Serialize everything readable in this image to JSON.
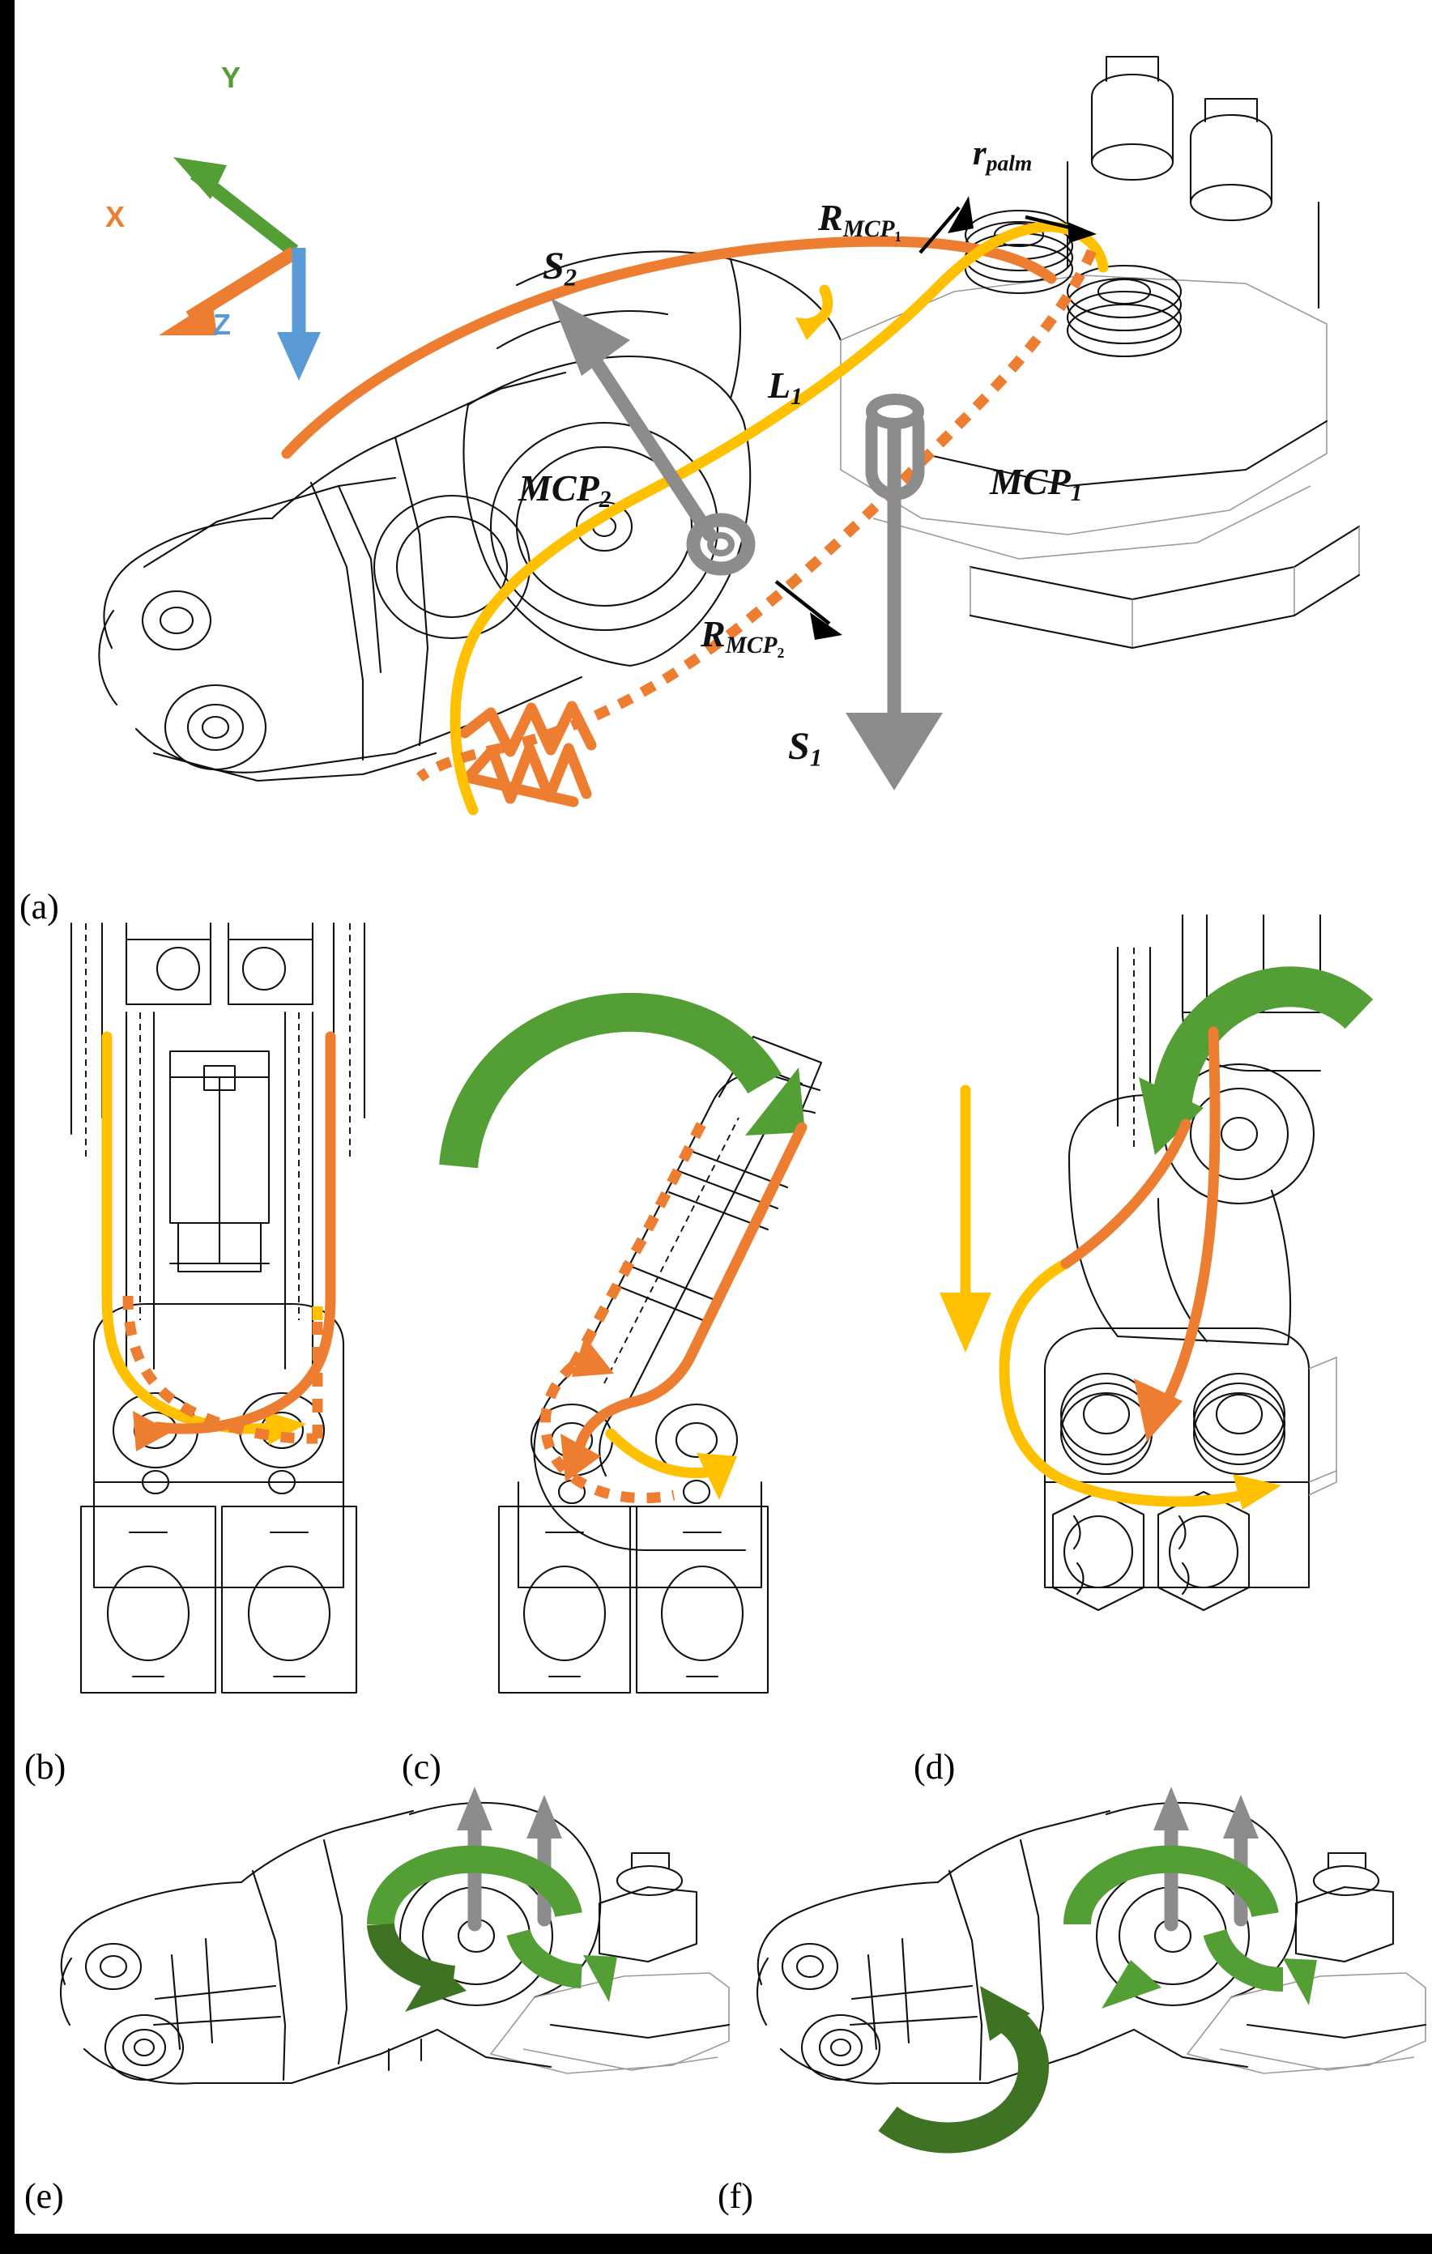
{
  "figure": {
    "domain_note": "technical CAD figure of an underactuated tendon-driven robotic finger",
    "background": "#000000",
    "sheet": "#ffffff"
  },
  "colors": {
    "tendon_yellow": "#FFC000",
    "tendon_orange": "#ED7D31",
    "motion_green": "#549E36",
    "motion_green_dark": "#3F7324",
    "force_gray": "#8C8C8C",
    "axis_x": "#ED7D31",
    "axis_y": "#549E36",
    "axis_z": "#5B9BD5",
    "line_black": "#111111"
  },
  "axes": {
    "name": "coordinate-frame",
    "x": {
      "label": "X",
      "color": "#ED7D31",
      "direction": "down-left"
    },
    "y": {
      "label": "Y",
      "color": "#549E36",
      "direction": "up-left"
    },
    "z": {
      "label": "Z",
      "color": "#5B9BD5",
      "direction": "down"
    }
  },
  "panels": [
    {
      "id": "a",
      "label": "(a)",
      "caption_position": "below-left"
    },
    {
      "id": "b",
      "label": "(b)",
      "caption_position": "below-left"
    },
    {
      "id": "c",
      "label": "(c)",
      "caption_position": "below-left"
    },
    {
      "id": "d",
      "label": "(d)",
      "caption_position": "below-left"
    },
    {
      "id": "e",
      "label": "(e)",
      "caption_position": "below-left"
    },
    {
      "id": "f",
      "label": "(f)",
      "caption_position": "below-left"
    }
  ],
  "panel_a": {
    "annotations": [
      {
        "key": "r_palm",
        "text": "r",
        "sub": "palm",
        "kind": "radius",
        "description": "palm pulley radius"
      },
      {
        "key": "R_MCP1",
        "text": "R",
        "sub": "MCP1",
        "kind": "radius",
        "description": "radius of MCP1 pulley"
      },
      {
        "key": "R_MCP2",
        "text": "R",
        "sub": "MCP2",
        "kind": "radius",
        "description": "radius of MCP2 pulley"
      },
      {
        "key": "MCP1",
        "text": "MCP",
        "sub": "1",
        "kind": "joint",
        "description": "first MCP joint axis"
      },
      {
        "key": "MCP2",
        "text": "MCP",
        "sub": "2",
        "kind": "joint",
        "description": "second MCP joint axis"
      },
      {
        "key": "L1",
        "text": "L",
        "sub": "1",
        "kind": "length",
        "description": "link 1 length"
      },
      {
        "key": "S1",
        "text": "S",
        "sub": "1",
        "kind": "force",
        "description": "tendon force / slider 1 direction"
      },
      {
        "key": "S2",
        "text": "S",
        "sub": "2",
        "kind": "force",
        "description": "tendon force / slider 2 direction"
      }
    ]
  },
  "legend_semantics": {
    "yellow_solid": "flexion tendon path",
    "orange_solid": "extension tendon path",
    "orange_dashed": "hidden tendon segment (behind structure)",
    "green_curved_arrow": "joint rotation direction",
    "gray_straight_arrow": "applied force / linear actuation direction"
  }
}
